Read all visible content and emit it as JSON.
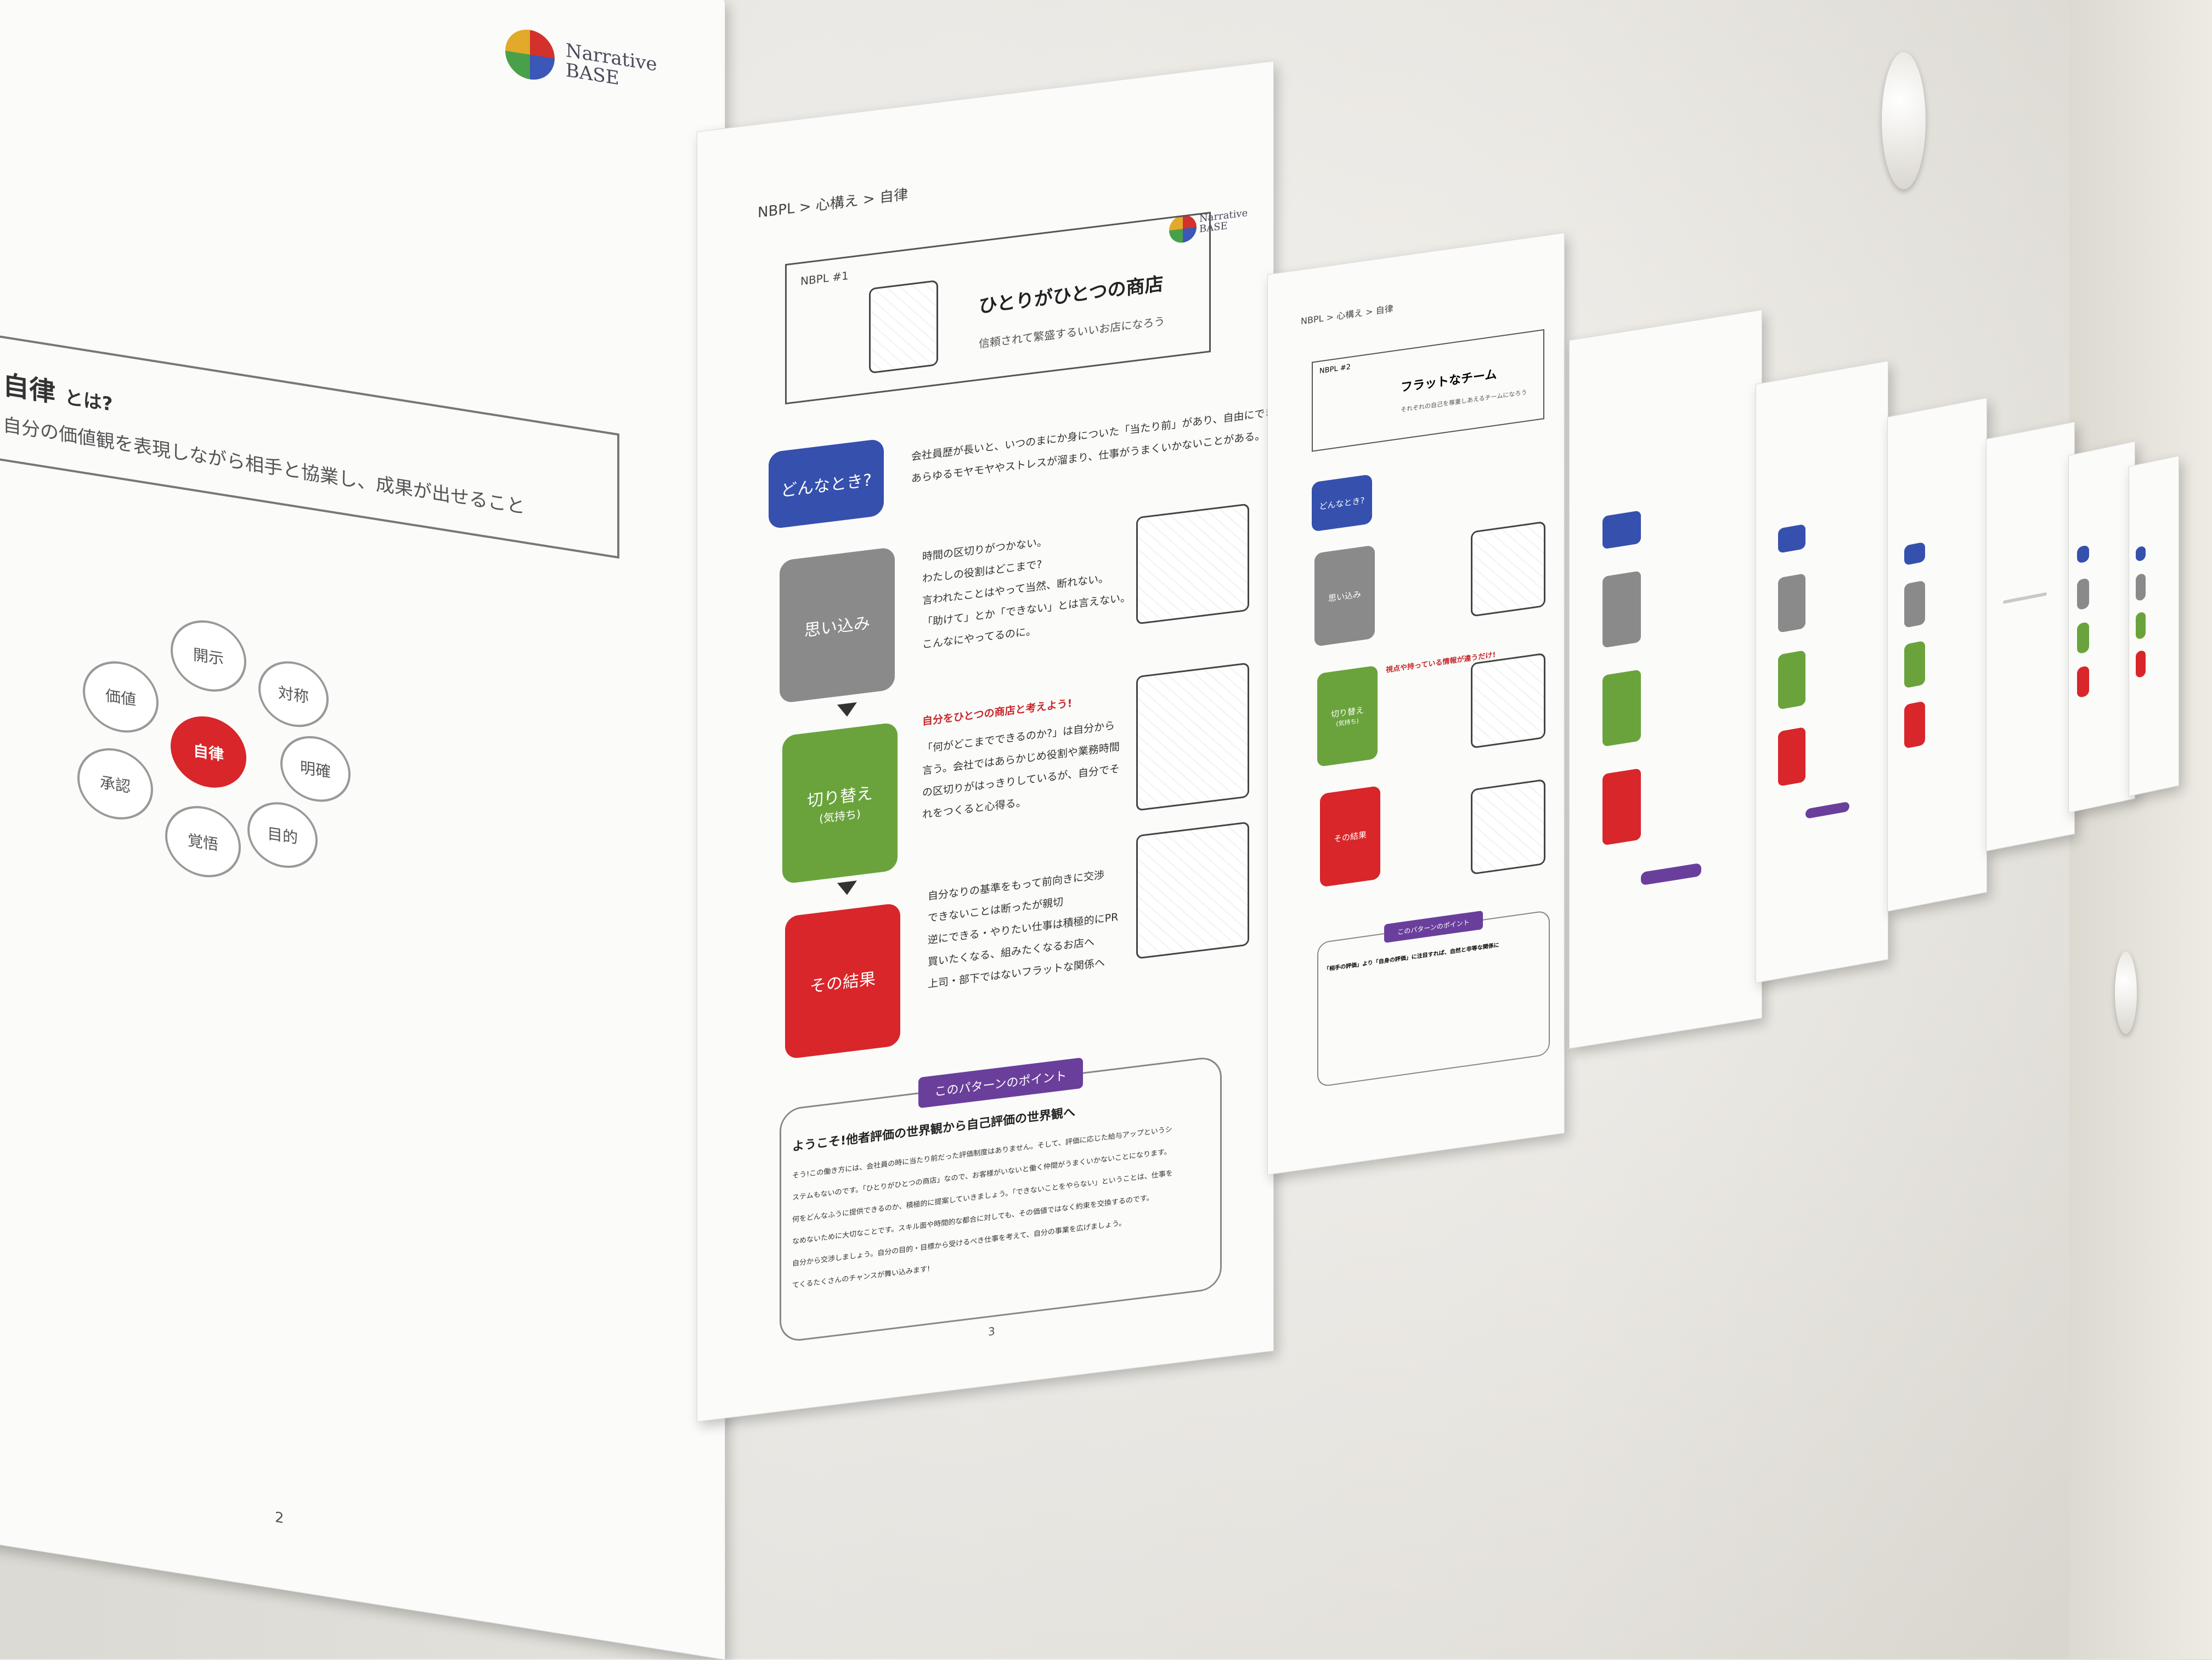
{
  "left_poster": {
    "logo_text": [
      "Narrative",
      "BASE"
    ],
    "term": "自律",
    "term_suffix": "とは?",
    "definition": "自分の価値観を表現しながら相手と協業し、成果が出せること",
    "center_label": "自律",
    "circle_labels": [
      "開示",
      "対称",
      "明確",
      "目的",
      "覚悟",
      "承認",
      "価値"
    ],
    "page_number": "2"
  },
  "poster_1": {
    "breadcrumb": "NBPL > 心構え > 自律",
    "logo_text": [
      "Narrative",
      "BASE"
    ],
    "pattern_id": "NBPL #1",
    "title": "ひとりがひとつの商店",
    "subtitle": "信頼されて繁盛するいいお店になろう",
    "when_label": "どんなとき?",
    "when_text": [
      "会社員歴が長いと、いつのまにか身についた「当たり前」があり、自由にできずに",
      "あらゆるモヤモヤやストレスが溜まり、仕事がうまくいかないことがある。"
    ],
    "belief_label": "思い込み",
    "belief_items": [
      "時間の区切りがつかない。",
      "わたしの役割はどこまで?",
      "言われたことはやって当然、断れない。",
      "「助けて」とか「できない」とは言えない。",
      "こんなにやってるのに。"
    ],
    "switch_label": "切り替え",
    "switch_sub": "(気持ち)",
    "switch_headline": "自分をひとつの商店と考えよう!",
    "switch_text": [
      "「何がどこまでできるのか?」は自分から",
      "言う。会社ではあらかじめ役割や業務時間",
      "の区切りがはっきりしているが、自分でそ",
      "れをつくると心得る。"
    ],
    "result_label": "その結果",
    "result_items": [
      "自分なりの基準をもって前向きに交渉",
      "できないことは断ったが親切",
      "逆にできる・やりたい仕事は積極的にPR",
      "買いたくなる、組みたくなるお店へ",
      "上司・部下ではないフラットな関係へ"
    ],
    "point_label": "このパターンのポイント",
    "point_headline": "ようこそ!他者評価の世界観から自己評価の世界観へ",
    "point_text": [
      "そう!この働き方には、会社員の時に当たり前だった評価制度はありません。そして、評価に応じた給与アップというシ",
      "ステムもないのです。「ひとりがひとつの商店」なので、お客様がいないと働く仲間がうまくいかないことになります。",
      "何をどんなふうに提供できるのか、積極的に提案していきましょう。「できないことをやらない」ということは、仕事を",
      "なめないために大切なことです。スキル面や時間的な都合に対しても、その価値ではなく約束を交換するのです。",
      "自分から交渉しましょう。自分の目的・目標から受けるべき仕事を考えて、自分の事業を広げましょう。",
      "てくるたくさんのチャンスが舞い込みます!"
    ],
    "page_number": "3"
  },
  "poster_2": {
    "breadcrumb": "NBPL > 心構え > 自律",
    "pattern_id": "NBPL #2",
    "title": "フラットなチーム",
    "subtitle": "それぞれの自己を尊重しあえるチームになろう",
    "when_label": "どんなとき?",
    "belief_label": "思い込み",
    "switch_label": "切り替え",
    "switch_sub": "(気持ち)",
    "switch_headline": "視点や持っている情報が違うだけ!",
    "result_label": "その結果",
    "point_label": "このパターンのポイント",
    "point_headline": "「相手の評価」より「自身の評価」に注目すれば、自然と非等な関係に"
  }
}
